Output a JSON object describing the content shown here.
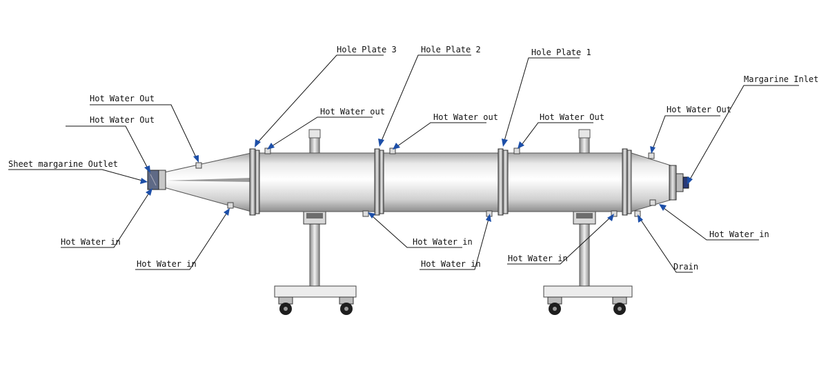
{
  "labels": {
    "hole_plate_3": "Hole Plate 3",
    "hole_plate_2": "Hole Plate 2",
    "hole_plate_1": "Hole Plate 1",
    "margarine_inlet": "Margarine Inlet",
    "hot_water_out_top": "Hot Water Out",
    "hot_water_out_2": "Hot Water Out",
    "sheet_margarine_outlet": "Sheet margarine Outlet",
    "hot_water_out_s1": "Hot Water out",
    "hot_water_out_s2": "Hot Water out",
    "hot_water_out_s3": "Hot Water Out",
    "hot_water_out_right": "Hot Water Out",
    "hot_water_in_left": "Hot Water in",
    "hot_water_in_cone": "Hot Water in",
    "hot_water_in_s1": "Hot Water in",
    "hot_water_in_s2": "Hot Water in",
    "hot_water_in_s3": "Hot Water in",
    "hot_water_in_right": "Hot Water in",
    "drain": "Drain"
  },
  "colors": {
    "arrow": "#1d4fa8",
    "steel_light": "#f4f4f4",
    "steel_dark": "#9a9a9a",
    "outlet_block": "#5f6a86",
    "inlet_fitting": "#2a3b78"
  }
}
